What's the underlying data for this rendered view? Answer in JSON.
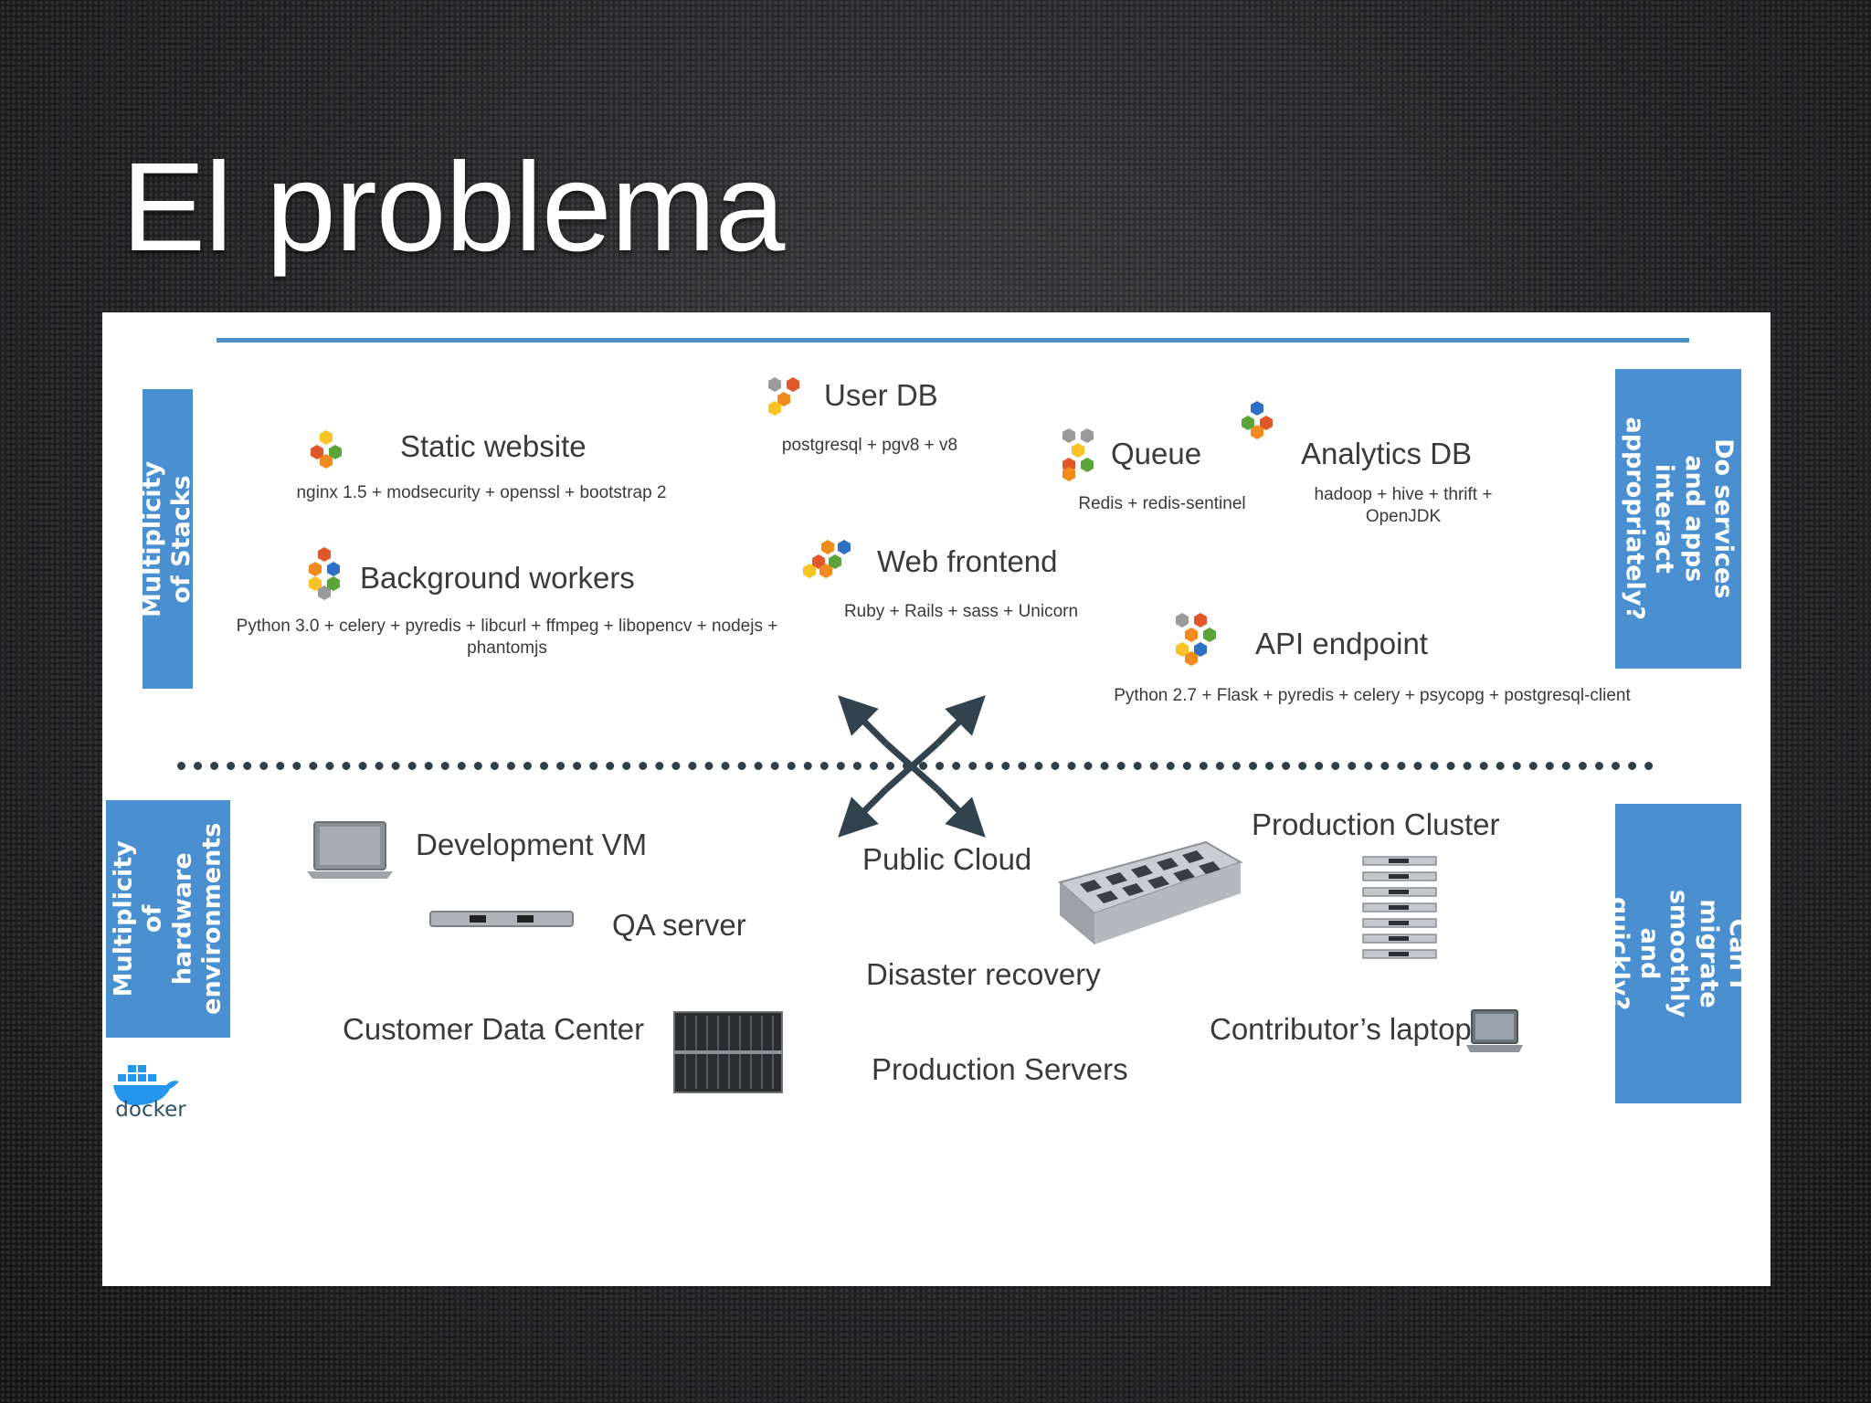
{
  "slide_title": "El problema",
  "left_top_box": "Multiplicity of Stacks",
  "left_bottom_box": "Multiplicity of\nhardware\nenvironments",
  "right_top_box": "Do services and apps\ninteract\nappropriately?",
  "right_bottom_box": "Can I migrate\nsmoothly and\nquickly?",
  "docker_logo_text": "docker",
  "stacks": {
    "static_website": {
      "name": "Static website",
      "detail": "nginx 1.5 + modsecurity + openssl + bootstrap 2"
    },
    "user_db": {
      "name": "User DB",
      "detail": "postgresql + pgv8 + v8"
    },
    "queue": {
      "name": "Queue",
      "detail": "Redis + redis-sentinel"
    },
    "analytics_db": {
      "name": "Analytics DB",
      "detail": "hadoop + hive + thrift + OpenJDK"
    },
    "background_workers": {
      "name": "Background workers",
      "detail": "Python 3.0 + celery + pyredis + libcurl + ffmpeg + libopencv + nodejs + phantomjs"
    },
    "web_frontend": {
      "name": "Web frontend",
      "detail": "Ruby + Rails + sass + Unicorn"
    },
    "api_endpoint": {
      "name": "API endpoint",
      "detail": "Python 2.7 + Flask + pyredis + celery + psycopg + postgresql-client"
    }
  },
  "hardware": {
    "development_vm": "Development VM",
    "qa_server": "QA server",
    "public_cloud": "Public Cloud",
    "production_cluster": "Production Cluster",
    "disaster_recovery": "Disaster recovery",
    "customer_data_center": "Customer Data Center",
    "contributors_laptop": "Contributor’s laptop",
    "production_servers": "Production Servers"
  },
  "colors": {
    "accent_blue": "#4a90d0",
    "hex_orange": "#f28b1d",
    "hex_yellow": "#f7c325",
    "hex_green": "#5aa53a",
    "hex_blue": "#2f6fc4",
    "hex_red": "#e0582a",
    "hex_gray": "#9a9a9a"
  }
}
